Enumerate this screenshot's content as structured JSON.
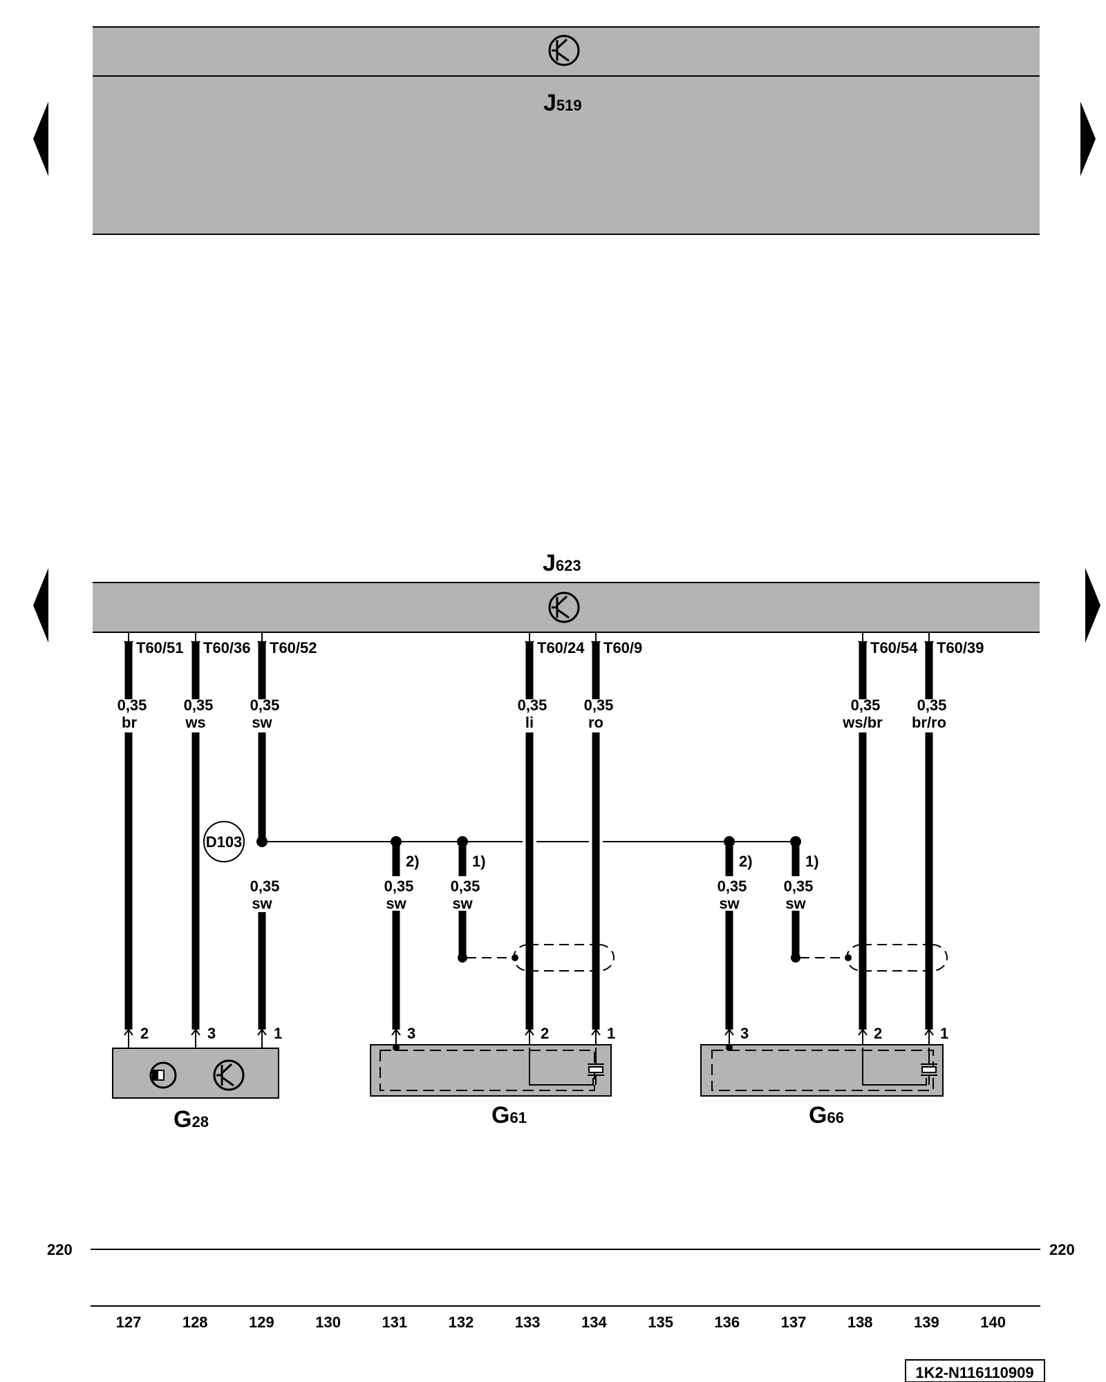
{
  "units": {
    "J519": {
      "letter": "J",
      "number": "519"
    },
    "J623": {
      "letter": "J",
      "number": "623"
    },
    "G28": {
      "letter": "G",
      "number": "28"
    },
    "G61": {
      "letter": "G",
      "number": "61"
    },
    "G66": {
      "letter": "G",
      "number": "66"
    }
  },
  "wires": [
    {
      "id": "w127",
      "pin": "T60/51",
      "size": "0,35",
      "color": "br",
      "end_pin": "2"
    },
    {
      "id": "w128",
      "pin": "T60/36",
      "size": "0,35",
      "color": "ws",
      "end_pin": "3"
    },
    {
      "id": "w129",
      "pin": "T60/52",
      "size": "0,35",
      "color": "sw",
      "end_pin": "1"
    },
    {
      "id": "w133",
      "pin": "T60/24",
      "size": "0,35",
      "color": "li",
      "end_pin": "2"
    },
    {
      "id": "w134",
      "pin": "T60/9",
      "size": "0,35",
      "color": "ro",
      "end_pin": "1"
    },
    {
      "id": "w138",
      "pin": "T60/54",
      "size": "0,35",
      "color": "ws/br",
      "end_pin": "2"
    },
    {
      "id": "w139",
      "pin": "T60/39",
      "size": "0,35",
      "color": "br/ro",
      "end_pin": "1"
    }
  ],
  "branches": [
    {
      "id": "b129",
      "size": "0,35",
      "color": "sw"
    },
    {
      "id": "b131",
      "size": "0,35",
      "color": "sw",
      "note": "2)",
      "end_pin": "3"
    },
    {
      "id": "b132",
      "size": "0,35",
      "color": "sw",
      "note": "1)"
    },
    {
      "id": "b136",
      "size": "0,35",
      "color": "sw",
      "note": "2)",
      "end_pin": "3"
    },
    {
      "id": "b137",
      "size": "0,35",
      "color": "sw",
      "note": "1)"
    }
  ],
  "connector": "D103",
  "reference_line": {
    "left": "220",
    "right": "220"
  },
  "columns": [
    "127",
    "128",
    "129",
    "130",
    "131",
    "132",
    "133",
    "134",
    "135",
    "136",
    "137",
    "138",
    "139",
    "140"
  ],
  "doc_id": "1K2-N116110909"
}
